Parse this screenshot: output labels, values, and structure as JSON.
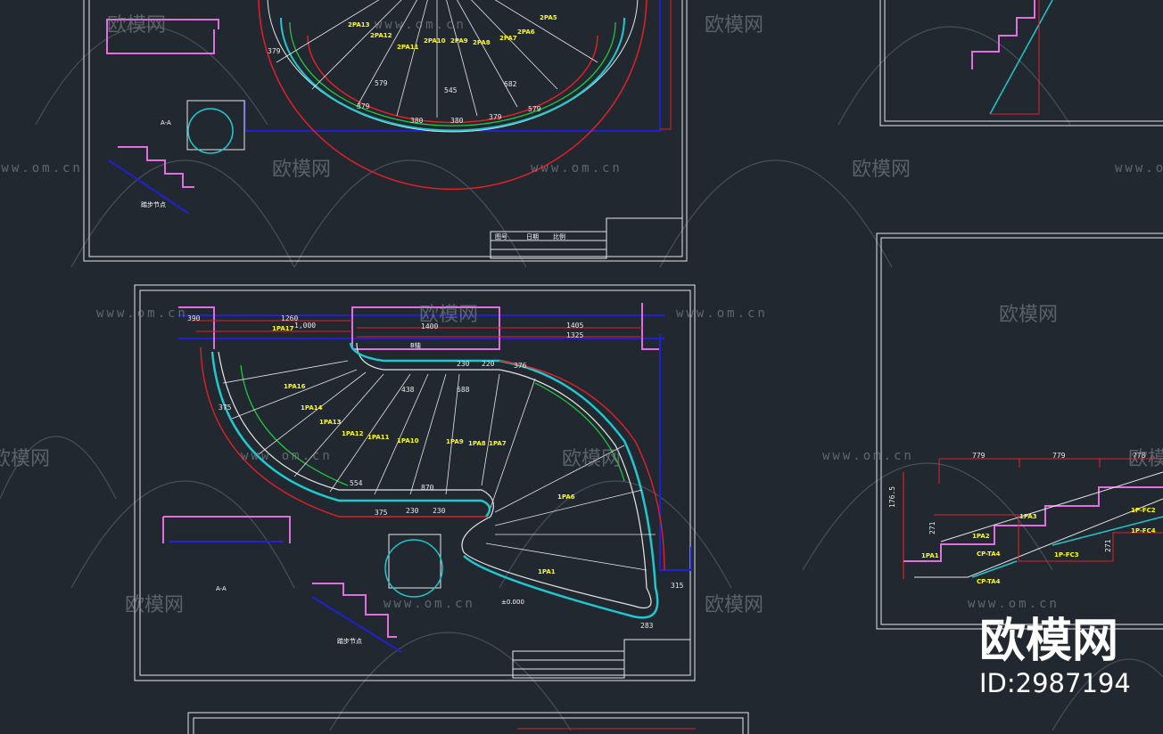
{
  "colors": {
    "background": "#212830",
    "frame": "#e6e6e6",
    "dimension": "#e0202a",
    "outline": "#2020d0",
    "rail": "#20c8d0",
    "guide": "#20d040",
    "step": "#e070e0",
    "label": "#ffff00"
  },
  "watermark": {
    "brand": "欧模网",
    "url": "www.om.cn",
    "id": "ID:2987194"
  },
  "sheet_top": {
    "dims": [
      "379",
      "545",
      "380",
      "380",
      "379",
      "682",
      "579",
      "579",
      "379"
    ],
    "labels": [
      "2PA13",
      "2PA12",
      "2PA11",
      "2PA10",
      "2PA9",
      "2PA8",
      "2PA7",
      "2PA6",
      "2PA5"
    ],
    "title_block": [
      "图号",
      "日期",
      "比例"
    ],
    "section": "A-A",
    "node": "踏步节点"
  },
  "sheet_main": {
    "dims": [
      "390",
      "1260",
      "1400",
      "1405",
      "1325",
      "1,000",
      "230",
      "220",
      "376",
      "438",
      "688",
      "375",
      "554",
      "870",
      "375",
      "230",
      "230",
      "283",
      "315"
    ],
    "labels": [
      "1PA17",
      "1PA16",
      "1PA14",
      "1PA13",
      "1PA12",
      "1PA11",
      "1PA10",
      "1PA9",
      "1PA8",
      "1PA7",
      "1PA6",
      "1PA1"
    ],
    "elevation": "±0.000",
    "section": "A-A",
    "node": "踏步节点",
    "axis": "B轴"
  },
  "sheet_right": {
    "dims": [
      "779",
      "779",
      "778",
      "176.5",
      "271",
      "271"
    ],
    "labels": [
      "1PA1",
      "1P-FC3",
      "1P-FC2",
      "1PA2",
      "1PA3",
      "CP-TA4",
      "1P-FC4",
      "CP-TA4"
    ]
  }
}
